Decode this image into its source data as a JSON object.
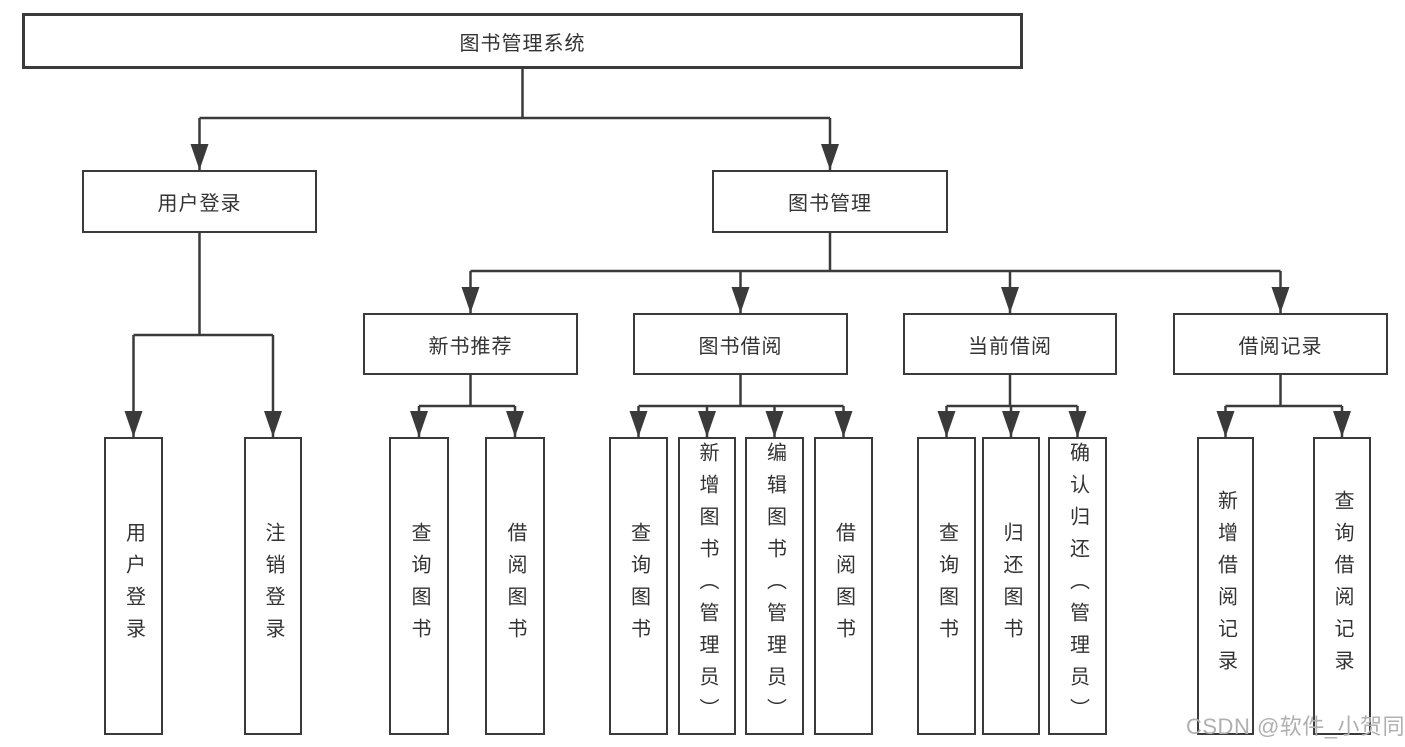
{
  "diagram": {
    "root": {
      "label": "图书管理系统"
    },
    "branches": [
      {
        "label": "用户登录",
        "children": [
          {
            "label": "用户登录"
          },
          {
            "label": "注销登录"
          }
        ]
      },
      {
        "label": "图书管理",
        "children": [
          {
            "label": "新书推荐",
            "children": [
              {
                "label": "查询图书"
              },
              {
                "label": "借阅图书"
              }
            ]
          },
          {
            "label": "图书借阅",
            "children": [
              {
                "label": "查询图书"
              },
              {
                "label": "新增图书（管理员）"
              },
              {
                "label": "编辑图书（管理员）"
              },
              {
                "label": "借阅图书"
              }
            ]
          },
          {
            "label": "当前借阅",
            "children": [
              {
                "label": "查询图书"
              },
              {
                "label": "归还图书"
              },
              {
                "label": "确认归还（管理员）"
              }
            ]
          },
          {
            "label": "借阅记录",
            "children": [
              {
                "label": "新增借阅记录"
              },
              {
                "label": "查询借阅记录"
              }
            ]
          }
        ]
      }
    ]
  },
  "watermark": {
    "text": "CSDN @软件_小贺同学"
  },
  "colors": {
    "line": "#3a3a3a",
    "text": "#333333",
    "watermark": "#b0b0b0",
    "background": "#ffffff"
  }
}
